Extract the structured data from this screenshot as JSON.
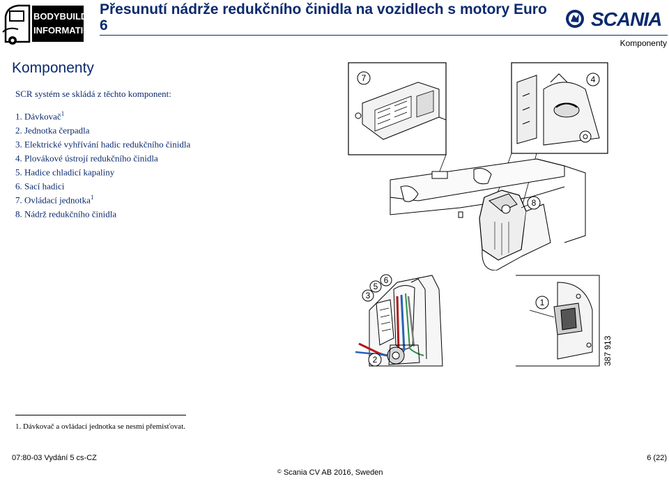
{
  "header": {
    "logo_line1": "BODYBUILDING",
    "logo_line2": "INFORMATION",
    "title": "Přesunutí nádrže redukčního činidla na vozidlech s motory Euro 6",
    "brand": "SCANIA",
    "section": "Komponenty"
  },
  "content": {
    "heading": "Komponenty",
    "intro": "SCR systém se skládá z těchto komponent:",
    "items": [
      {
        "text": "1. Dávkovač",
        "sup": "1"
      },
      {
        "text": "2. Jednotka čerpadla",
        "sup": ""
      },
      {
        "text": "3. Elektrické vyhřívání hadic redukčního činidla",
        "sup": ""
      },
      {
        "text": "4. Plovákové ústrojí redukčního činidla",
        "sup": ""
      },
      {
        "text": "5. Hadice chladicí kapaliny",
        "sup": ""
      },
      {
        "text": "6. Sací hadici",
        "sup": ""
      },
      {
        "text": "7. Ovládací jednotka",
        "sup": "1"
      },
      {
        "text": "8. Nádrž redukčního činidla",
        "sup": ""
      }
    ]
  },
  "illustration": {
    "callouts": [
      "7",
      "4",
      "8",
      "3",
      "5",
      "6",
      "1",
      "2"
    ],
    "image_code": "387 913"
  },
  "footnote": "1.  Dávkovač a ovládací jednotka se nesmí přemisťovat.",
  "footer": {
    "left": "07:80-03 Vydání 5 cs-CZ",
    "right": "6 (22)",
    "copyright_symbol": "©",
    "center": "Scania CV AB 2016, Sweden"
  }
}
